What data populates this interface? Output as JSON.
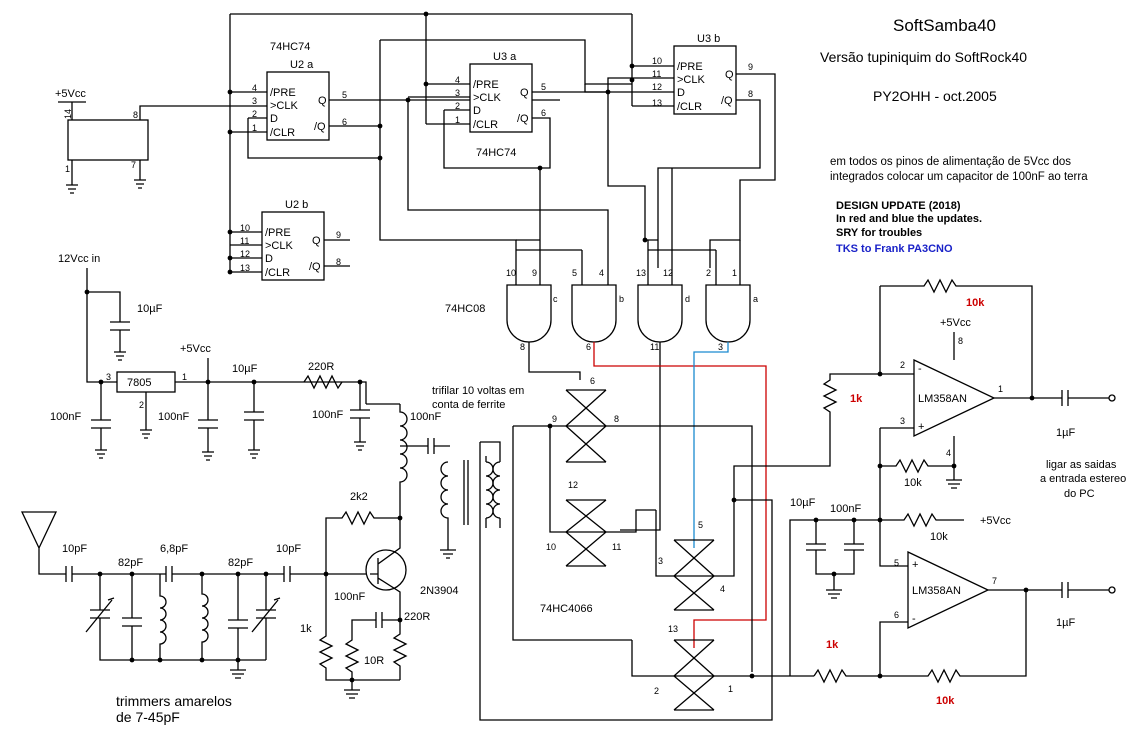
{
  "header": {
    "title": "SoftSamba40",
    "subtitle": "Versão tupiniquim do SoftRock40",
    "author": "PY2OHH - oct.2005"
  },
  "notes": {
    "power_note_1": "em todos os pinos de alimentação de 5Vcc dos",
    "power_note_2": "integrados colocar um capacitor de 100nF ao terra",
    "update_1": "DESIGN UPDATE (2018)",
    "update_2": "In red and blue the updates.",
    "update_3": "SRY for troubles",
    "thanks": "TKS to Frank PA3CNO",
    "trimmers_1": "trimmers amarelos",
    "trimmers_2": "de 7-45pF",
    "trifilar_1": "trifilar 10 voltas em",
    "trifilar_2": "conta de ferrite",
    "output_1": "ligar as saidas",
    "output_2": "a entrada estereo",
    "output_3": "do PC"
  },
  "chips": {
    "u2a_part": "74HC74",
    "u2a": "U2 a",
    "u2b": "U2 b",
    "u3a": "U3 a",
    "u3a_part": "74HC74",
    "u3b": "U3 b",
    "and_part": "74HC08",
    "switch_part": "74HC4066",
    "regulator": "7805",
    "opamp_top": "LM358AN",
    "opamp_bottom": "LM358AN",
    "transistor": "2N3904"
  },
  "ff_pins": {
    "pre": "/PRE",
    "clk": ">CLK",
    "d": "D",
    "clr": "/CLR",
    "q": "Q",
    "nq": "/Q"
  },
  "pin_numbers": {
    "osc_14": "14",
    "osc_8": "8",
    "osc_1": "1",
    "osc_7": "7",
    "u2a_4": "4",
    "u2a_3": "3",
    "u2a_2": "2",
    "u2a_1": "1",
    "u2a_5": "5",
    "u2a_6": "6",
    "u2b_10": "10",
    "u2b_11": "11",
    "u2b_12": "12",
    "u2b_13": "13",
    "u2b_9": "9",
    "u2b_8": "8",
    "u3a_4": "4",
    "u3a_3": "3",
    "u3a_2": "2",
    "u3a_1": "1",
    "u3a_5": "5",
    "u3a_6": "6",
    "u3b_10": "10",
    "u3b_11": "11",
    "u3b_12": "12",
    "u3b_13": "13",
    "u3b_9": "9",
    "u3b_8": "8",
    "gc_10": "10",
    "gc_9": "9",
    "gc_8": "8",
    "gc_name": "c",
    "gb_5": "5",
    "gb_4": "4",
    "gb_6": "6",
    "gb_name": "b",
    "gd_13": "13",
    "gd_12": "12",
    "gd_11": "11",
    "gd_name": "d",
    "ga_2": "2",
    "ga_1": "1",
    "ga_3": "3",
    "ga_name": "a",
    "reg_3": "3",
    "reg_1": "1",
    "reg_2": "2",
    "sw1_6": "6",
    "sw1_9": "9",
    "sw1_8": "8",
    "sw2_12": "12",
    "sw2_10": "10",
    "sw2_11": "11",
    "sw3_5": "5",
    "sw3_3": "3",
    "sw3_4": "4",
    "sw4_13": "13",
    "sw4_2": "2",
    "sw4_1": "1",
    "op1_2": "2",
    "op1_3": "3",
    "op1_8": "8",
    "op1_4": "4",
    "op1_1": "1",
    "op2_5": "5",
    "op2_6": "6",
    "op2_7": "7"
  },
  "labels": {
    "vcc_osc": "+5Vcc",
    "vin": "12Vcc in",
    "vcc_reg": "+5Vcc",
    "vcc_op": "+5Vcc",
    "vcc_bias": "+5Vcc",
    "c_10uf_in": "10µF",
    "c_100nf_in": "100nF",
    "c_100nf_reg": "100nF",
    "c_10uf_reg": "10µF",
    "r_220": "220R",
    "c_100nf_filt": "100nF",
    "c_100nf_t": "100nF",
    "r_2k2": "2k2",
    "c_10pf_ant": "10pF",
    "c_82pf_1": "82pF",
    "c_6p8pf": "6,8pF",
    "c_82pf_2": "82pF",
    "c_10pf_b": "10pF",
    "c_100nf_e": "100nF",
    "r_1k_b": "1k",
    "r_10r": "10R",
    "r_220r_e": "220R",
    "c_10uf_bias": "10µF",
    "c_100nf_bias": "100nF",
    "r_10k_top": "10k",
    "r_1k_top": "1k",
    "r_10k_mid": "10k",
    "r_10k_bias": "10k",
    "r_1k_bot": "1k",
    "r_10k_bot": "10k",
    "c_1uf_top": "1µF",
    "c_1uf_bot": "1µF"
  },
  "colors": {
    "update_red": "#cc0000",
    "update_blue": "#1a22c8",
    "wire": "#000000"
  }
}
